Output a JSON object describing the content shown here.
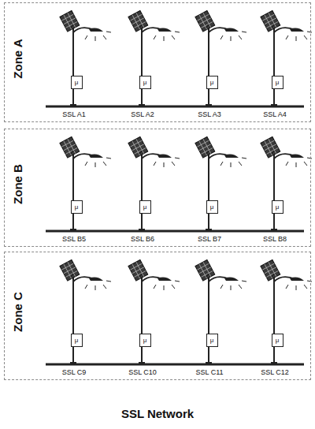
{
  "diagram": {
    "title": "SSL Network",
    "nodes": [
      {
        "text": [
          "Zone A"
        ]
      },
      {
        "text": [
          "μ"
        ],
        "in": 0
      },
      {
        "text": [
          "μ"
        ],
        "in": 0
      },
      {
        "text": [
          "μ"
        ],
        "in": 0
      },
      {
        "text": [
          "μ"
        ],
        "in": 0
      },
      {
        "text": [
          "Zone B"
        ]
      },
      {
        "text": [
          "μ"
        ],
        "in": 5
      },
      {
        "text": [
          "μ"
        ],
        "in": 5
      },
      {
        "text": [
          "μ"
        ],
        "in": 5
      },
      {
        "text": [
          "μ"
        ],
        "in": 5
      },
      {
        "text": [
          "Zone C"
        ]
      },
      {
        "text": [
          "μ"
        ],
        "in": 10
      },
      {
        "text": [
          "μ"
        ],
        "in": 10
      },
      {
        "text": [
          "μ"
        ],
        "in": 10
      },
      {
        "text": [
          "μ"
        ],
        "in": 10
      }
    ],
    "labels": [
      "SSL A1",
      "SSL A2",
      "SSL A3",
      "SSL A4",
      "SSL B5",
      "SSL B6",
      "SSL B7",
      "SSL B8",
      "SSL C9",
      "SSL C10",
      "SSL C11",
      "SSL C12"
    ]
  }
}
